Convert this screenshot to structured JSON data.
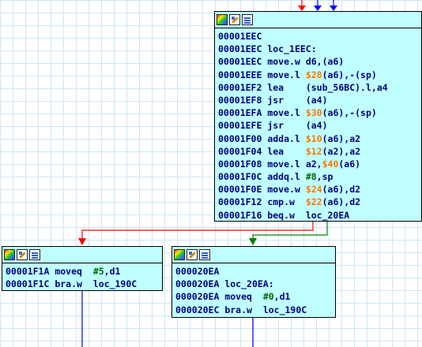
{
  "colors": {
    "node_bg": "#c0ffff",
    "edge_false": "#ff0000",
    "edge_true": "#008000",
    "edge_jump": "#0000ff",
    "hex_operand": "#ff7700",
    "imm_operand": "#006600",
    "text": "#000080"
  },
  "nodes": {
    "main": {
      "header_icons": [
        "color-palette-icon",
        "edit-node-icon",
        "graph-view-icon"
      ],
      "lines": [
        {
          "addr": "00001EEC",
          "kind": "empty"
        },
        {
          "addr": "00001EEC",
          "kind": "label",
          "label": "loc_1EEC:"
        },
        {
          "addr": "00001EEC",
          "kind": "ins",
          "mn": "move.w",
          "ops": [
            [
              "d6,(a6)",
              "plain"
            ]
          ]
        },
        {
          "addr": "00001EEE",
          "kind": "ins",
          "mn": "move.l",
          "ops": [
            [
              "$28",
              "hex"
            ],
            [
              "(a6),-(sp)",
              "plain"
            ]
          ]
        },
        {
          "addr": "00001EF2",
          "kind": "ins",
          "mn": "lea",
          "ops": [
            [
              "(sub_56BC).l,a4",
              "plain"
            ]
          ]
        },
        {
          "addr": "00001EF8",
          "kind": "ins",
          "mn": "jsr",
          "ops": [
            [
              "(a4)",
              "plain"
            ]
          ]
        },
        {
          "addr": "00001EFA",
          "kind": "ins",
          "mn": "move.l",
          "ops": [
            [
              "$30",
              "hex"
            ],
            [
              "(a6),-(sp)",
              "plain"
            ]
          ]
        },
        {
          "addr": "00001EFE",
          "kind": "ins",
          "mn": "jsr",
          "ops": [
            [
              "(a4)",
              "plain"
            ]
          ]
        },
        {
          "addr": "00001F00",
          "kind": "ins",
          "mn": "adda.l",
          "ops": [
            [
              "$10",
              "hex"
            ],
            [
              "(a6),a2",
              "plain"
            ]
          ]
        },
        {
          "addr": "00001F04",
          "kind": "ins",
          "mn": "lea",
          "ops": [
            [
              "$12",
              "hex"
            ],
            [
              "(a2),a2",
              "plain"
            ]
          ]
        },
        {
          "addr": "00001F08",
          "kind": "ins",
          "mn": "move.l",
          "ops": [
            [
              "a2,",
              "plain"
            ],
            [
              "$40",
              "hex"
            ],
            [
              "(a6)",
              "plain"
            ]
          ]
        },
        {
          "addr": "00001F0C",
          "kind": "ins",
          "mn": "addq.l",
          "ops": [
            [
              "#8",
              "num"
            ],
            [
              ",sp",
              "plain"
            ]
          ]
        },
        {
          "addr": "00001F0E",
          "kind": "ins",
          "mn": "move.w",
          "ops": [
            [
              "$24",
              "hex"
            ],
            [
              "(a6),d2",
              "plain"
            ]
          ]
        },
        {
          "addr": "00001F12",
          "kind": "ins",
          "mn": "cmp.w",
          "ops": [
            [
              "$22",
              "hex"
            ],
            [
              "(a6),d2",
              "plain"
            ]
          ]
        },
        {
          "addr": "00001F16",
          "kind": "ins",
          "mn": "beq.w",
          "ops": [
            [
              "loc_20EA",
              "plain"
            ]
          ]
        }
      ]
    },
    "left": {
      "header_icons": [
        "color-palette-icon",
        "edit-node-icon",
        "graph-view-icon"
      ],
      "lines": [
        {
          "addr": "00001F1A",
          "kind": "ins",
          "mn": "moveq",
          "ops": [
            [
              "#5",
              "num"
            ],
            [
              ",d1",
              "plain"
            ]
          ]
        },
        {
          "addr": "00001F1C",
          "kind": "ins",
          "mn": "bra.w",
          "ops": [
            [
              "loc_190C",
              "plain"
            ]
          ]
        }
      ]
    },
    "right": {
      "header_icons": [
        "color-palette-icon",
        "edit-node-icon",
        "graph-view-icon"
      ],
      "lines": [
        {
          "addr": "000020EA",
          "kind": "empty"
        },
        {
          "addr": "000020EA",
          "kind": "label",
          "label": "loc_20EA:"
        },
        {
          "addr": "000020EA",
          "kind": "ins",
          "mn": "moveq",
          "ops": [
            [
              "#0",
              "num"
            ],
            [
              ",d1",
              "plain"
            ]
          ]
        },
        {
          "addr": "000020EC",
          "kind": "ins",
          "mn": "bra.w",
          "ops": [
            [
              "loc_190C",
              "plain"
            ]
          ]
        }
      ]
    }
  }
}
